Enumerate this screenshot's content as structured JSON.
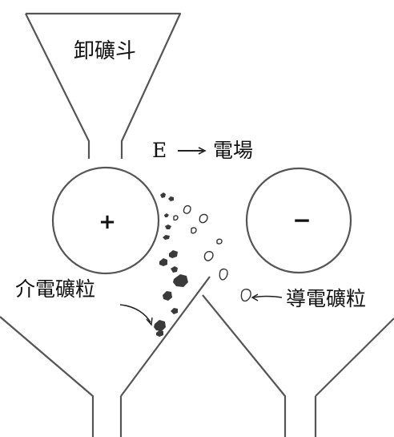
{
  "labels": {
    "hopper": "卸礦斗",
    "field": "E",
    "field_text": "電場",
    "dielectric": "介電礦粒",
    "conductive": "導電礦粒"
  },
  "roller_signs": {
    "left": "+",
    "right": "−"
  },
  "colors": {
    "stroke": "#555555",
    "particle_dark": "#3a3a3a",
    "text": "#111111"
  }
}
